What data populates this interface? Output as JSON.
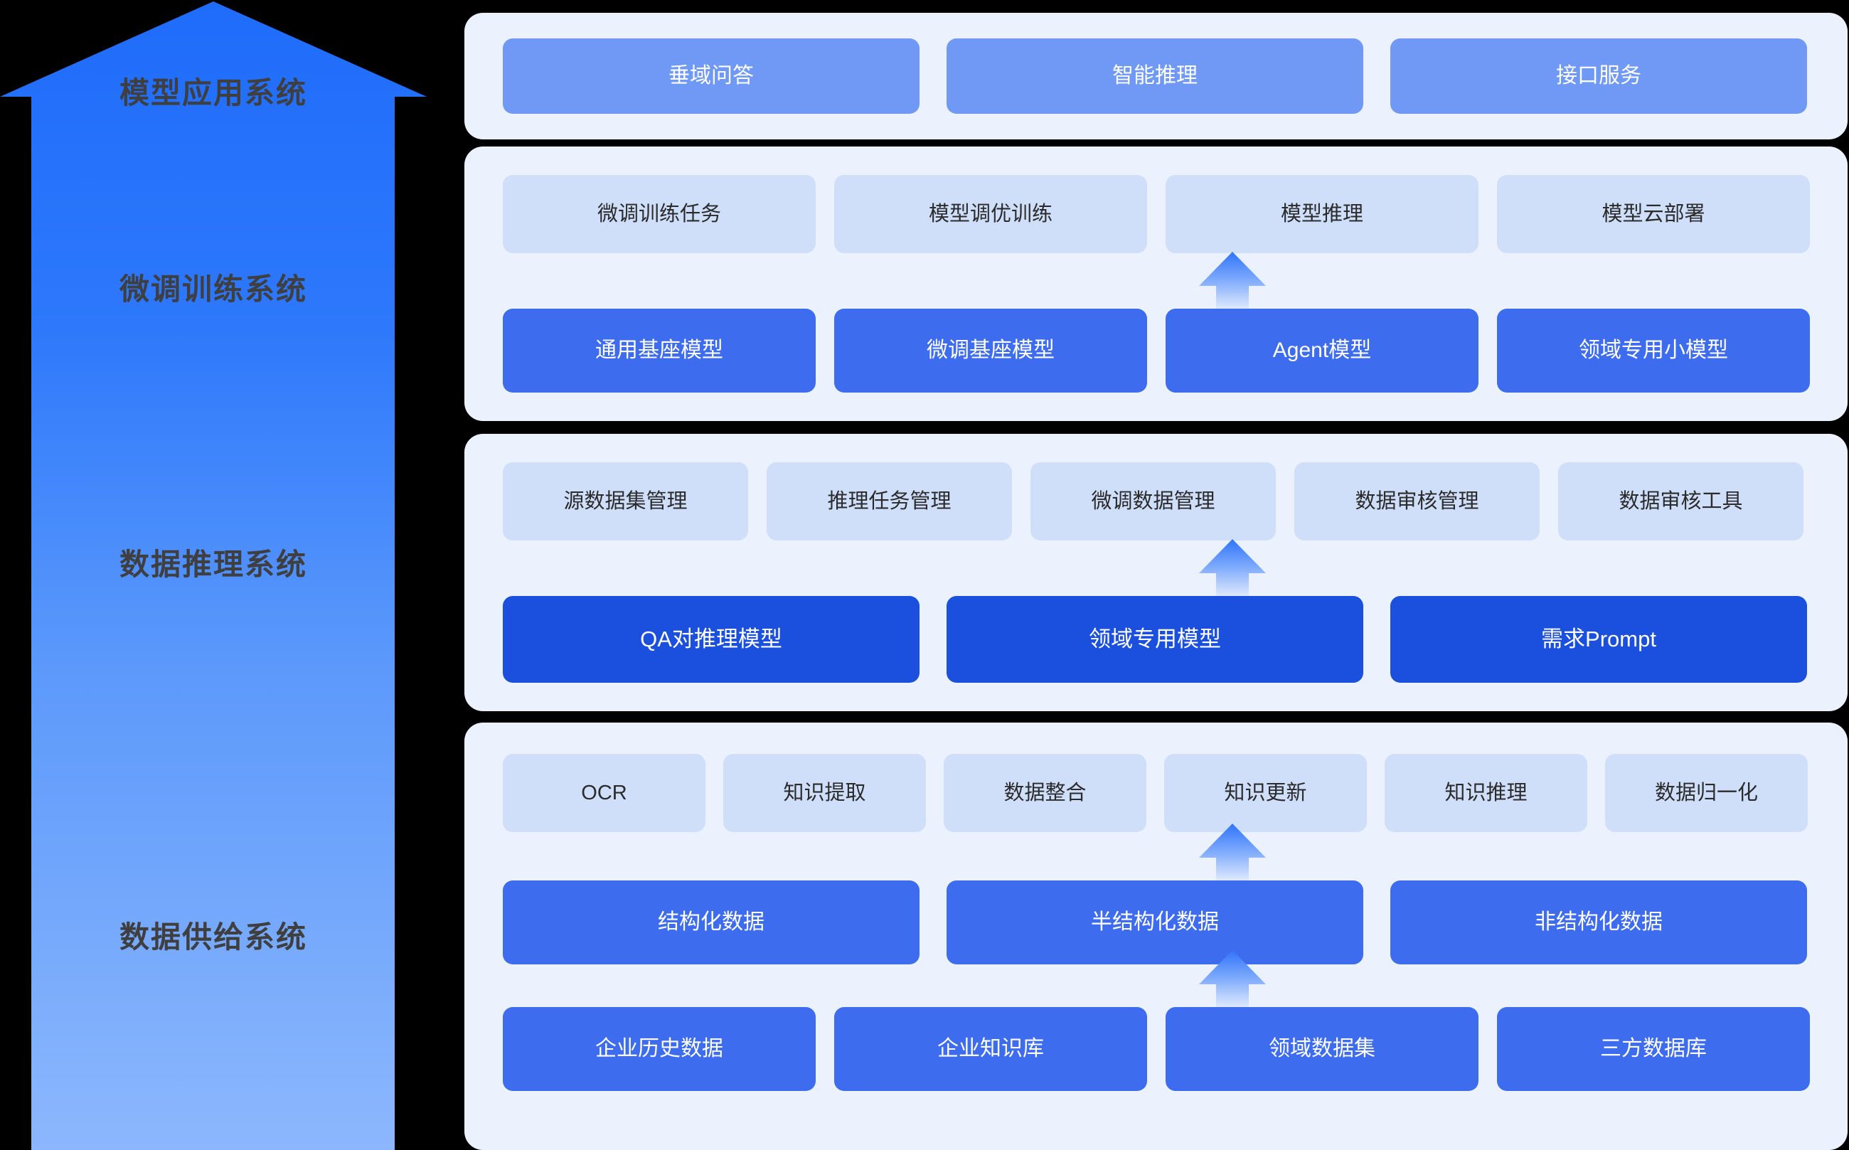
{
  "colors": {
    "background": "#000000",
    "panel_bg": "#ebf1fd",
    "tone_soft": "#cfdef9",
    "tone_mid": "#6f99f4",
    "tone_strong": "#3d6cef",
    "tone_deep": "#1b4fdd",
    "arrow_top": "#1f6cfb",
    "arrow_bottom": "#86b3fc",
    "label_text": "#3f3f3f"
  },
  "arrow": {
    "name": "upward-growth-arrow",
    "labels": [
      "模型应用系统",
      "微调训练系统",
      "数据推理系统",
      "数据供给系统"
    ]
  },
  "panels": [
    {
      "id": "model-application-system",
      "title": "模型应用系统",
      "rows": [
        {
          "tone": "mid",
          "cells": [
            "垂域问答",
            "智能推理",
            "接口服务"
          ]
        }
      ]
    },
    {
      "id": "fine-tuning-training-system",
      "title": "微调训练系统",
      "rows": [
        {
          "tone": "soft",
          "cells": [
            "微调训练任务",
            "模型调优训练",
            "模型推理",
            "模型云部署"
          ]
        },
        {
          "tone": "strong",
          "cells": [
            "通用基座模型",
            "微调基座模型",
            "Agent模型",
            "领域专用小模型"
          ]
        }
      ]
    },
    {
      "id": "data-inference-system",
      "title": "数据推理系统",
      "rows": [
        {
          "tone": "soft",
          "cells": [
            "源数据集管理",
            "推理任务管理",
            "微调数据管理",
            "数据审核管理",
            "数据审核工具"
          ]
        },
        {
          "tone": "deep",
          "cells": [
            "QA对推理模型",
            "领域专用模型",
            "需求Prompt"
          ]
        }
      ]
    },
    {
      "id": "data-supply-system",
      "title": "数据供给系统",
      "rows": [
        {
          "tone": "soft",
          "cells": [
            "OCR",
            "知识提取",
            "数据整合",
            "知识更新",
            "知识推理",
            "数据归一化"
          ]
        },
        {
          "tone": "strong",
          "cells": [
            "结构化数据",
            "半结构化数据",
            "非结构化数据"
          ]
        },
        {
          "tone": "strong",
          "cells": [
            "企业历史数据",
            "企业知识库",
            "领域数据集",
            "三方数据库"
          ]
        }
      ]
    }
  ],
  "connectors": [
    {
      "name": "flow-arrow-fine-tuning",
      "direction": "up"
    },
    {
      "name": "flow-arrow-data-inference",
      "direction": "up"
    },
    {
      "name": "flow-arrow-data-supply-upper",
      "direction": "up"
    },
    {
      "name": "flow-arrow-data-supply-lower",
      "direction": "up"
    }
  ]
}
